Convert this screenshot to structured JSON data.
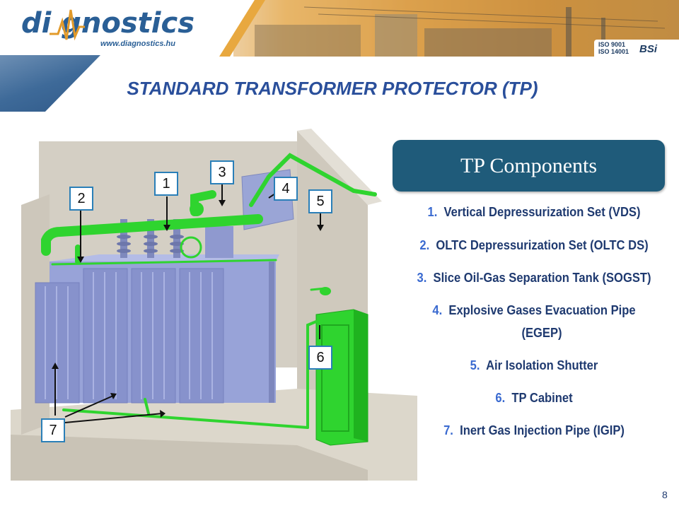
{
  "header": {
    "logo_text": "di gnostics",
    "logo_url": "www.diagnostics.hu",
    "cert_line1": "ISO 9001",
    "cert_line2": "ISO 14001",
    "cert_brand": "BSi"
  },
  "title": "STANDARD TRANSFORMER PROTECTOR (TP)",
  "components": {
    "heading": "TP Components",
    "items": [
      {
        "num": "1.",
        "label": "Vertical Depressurization Set (VDS)"
      },
      {
        "num": "2.",
        "label": "OLTC Depressurization Set (OLTC DS)"
      },
      {
        "num": "3.",
        "label": "Slice Oil-Gas Separation Tank (SOGST)"
      },
      {
        "num": "4.",
        "label": "Explosive Gases Evacuation Pipe"
      },
      {
        "num": "",
        "label": "(EGEP)"
      },
      {
        "num": "5.",
        "label": "Air Isolation Shutter"
      },
      {
        "num": "6.",
        "label": "TP Cabinet"
      },
      {
        "num": "7.",
        "label": "Inert Gas Injection Pipe (IGIP)"
      }
    ]
  },
  "callouts": [
    "1",
    "2",
    "3",
    "4",
    "5",
    "6",
    "7"
  ],
  "page_number": "8",
  "colors": {
    "title": "#2a4f9b",
    "panel": "#1f5b7a",
    "pipe_green": "#2fd42f",
    "transformer": "#98a3d8",
    "wall": "#d8d3c8",
    "callout_border": "#2a7fb8"
  }
}
